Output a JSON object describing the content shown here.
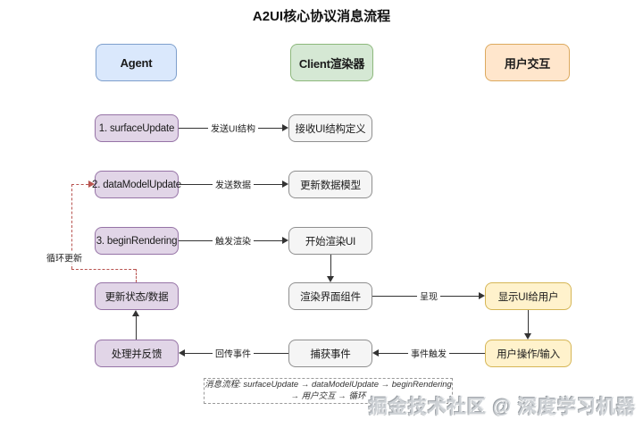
{
  "title": "A2UI核心协议消息流程",
  "lanes": {
    "agent": "Agent",
    "client": "Client渲染器",
    "user": "用户交互"
  },
  "nodes": {
    "surface_update": "1. surfaceUpdate",
    "data_model_update": "2. dataModelUpdate",
    "begin_rendering": "3. beginRendering",
    "update_state": "更新状态/数据",
    "process_feedback": "处理并反馈",
    "receive_ui_structure": "接收UI结构定义",
    "update_data_model": "更新数据模型",
    "start_rendering_ui": "开始渲染UI",
    "render_components": "渲染界面组件",
    "capture_event": "捕获事件",
    "display_ui": "显示UI给用户",
    "user_action_input": "用户操作/输入"
  },
  "edge_labels": {
    "send_ui_structure": "发送UI结构",
    "send_data": "发送数据",
    "trigger_render": "触发渲染",
    "present": "呈现",
    "return_event": "回传事件",
    "event_trigger": "事件触发",
    "loop_update": "循环更新"
  },
  "note": {
    "line1": "消息流程: surfaceUpdate → dataModelUpdate → beginRendering",
    "line2": "→ 用户交互 → 循环"
  },
  "watermark": "掘金技术社区 @ 深度学习机器",
  "colors": {
    "agent_header_fill": "#DAE8FC",
    "agent_header_border": "#7E9FCC",
    "client_header_fill": "#D5E8D4",
    "client_header_border": "#8DB87C",
    "user_header_fill": "#FFE6CC",
    "user_header_border": "#DCA95E",
    "agent_node_fill": "#E1D5E7",
    "agent_node_border": "#9673A6",
    "client_node_fill": "#F5F5F5",
    "client_node_border": "#8F8F8F",
    "user_node_fill": "#FFF2CC",
    "user_node_border": "#D6B656",
    "edge_color": "#333333",
    "loop_arrow_color": "#B85450"
  }
}
